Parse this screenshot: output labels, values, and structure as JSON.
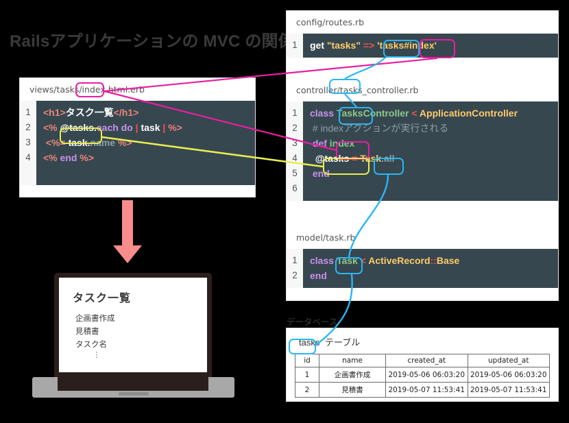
{
  "title": "Railsアプリケーションの MVC の関係性",
  "colors": {
    "background": "#000000",
    "code_bg": "#37474f",
    "cyan": "#29b6f6",
    "magenta": "#e91ea0",
    "yellow": "#e8ed4e",
    "arrow": "#fa8c8c"
  },
  "view_panel": {
    "filepath": "views/tasks/index.html.erb",
    "line_numbers": [
      "1",
      "2",
      "3",
      "4"
    ],
    "lines": [
      {
        "n": "1",
        "parts": [
          {
            "t": "<h1>",
            "c": "c-tag"
          },
          {
            "t": "タスク一覧",
            "c": "c-text"
          },
          {
            "t": "</h1>",
            "c": "c-tag"
          }
        ]
      },
      {
        "n": "2",
        "parts": [
          {
            "t": "<% ",
            "c": "c-tag"
          },
          {
            "t": "@tasks.",
            "c": "c-white"
          },
          {
            "t": "each do",
            "c": "c-kw"
          },
          {
            "t": " | ",
            "c": "c-op"
          },
          {
            "t": "task",
            "c": "c-white"
          },
          {
            "t": " | ",
            "c": "c-op"
          },
          {
            "t": "%>",
            "c": "c-tag"
          }
        ]
      },
      {
        "n": "3",
        "parts": [
          {
            "t": " <%= ",
            "c": "c-tag"
          },
          {
            "t": "task.",
            "c": "c-white"
          },
          {
            "t": "name ",
            "c": "c-prop"
          },
          {
            "t": "%>",
            "c": "c-tag"
          }
        ]
      },
      {
        "n": "4",
        "parts": [
          {
            "t": "<% ",
            "c": "c-tag"
          },
          {
            "t": "end ",
            "c": "c-kw"
          },
          {
            "t": "%>",
            "c": "c-tag"
          }
        ]
      }
    ]
  },
  "routes_panel": {
    "filepath": "config/routes.rb",
    "lines": [
      {
        "n": "1",
        "parts": [
          {
            "t": "get ",
            "c": "c-white"
          },
          {
            "t": "\"tasks\" ",
            "c": "c-str"
          },
          {
            "t": "=> ",
            "c": "c-op"
          },
          {
            "t": "'tasks#index'",
            "c": "c-str"
          }
        ]
      }
    ]
  },
  "controller_panel": {
    "filepath": "controller/tasks_controller.rb",
    "lines": [
      {
        "n": "1",
        "parts": [
          {
            "t": "class ",
            "c": "c-kw"
          },
          {
            "t": "TasksController",
            "c": "c-fn"
          },
          {
            "t": " < ",
            "c": "c-op"
          },
          {
            "t": "ApplicationController",
            "c": "c-cls"
          }
        ]
      },
      {
        "n": "2",
        "parts": [
          {
            "t": " # indexアクションが実行される",
            "c": "c-com"
          }
        ]
      },
      {
        "n": "3",
        "parts": [
          {
            "t": " def ",
            "c": "c-kw"
          },
          {
            "t": "index",
            "c": "c-fn"
          }
        ]
      },
      {
        "n": "4",
        "parts": [
          {
            "t": "  @tasks ",
            "c": "c-white"
          },
          {
            "t": "= ",
            "c": "c-op"
          },
          {
            "t": "Task",
            "c": "c-cls"
          },
          {
            "t": ".all",
            "c": "c-prop"
          }
        ]
      },
      {
        "n": "5",
        "parts": [
          {
            "t": " end",
            "c": "c-kw"
          }
        ]
      },
      {
        "n": "6",
        "parts": [
          {
            "t": "",
            "c": "c-kw"
          }
        ]
      }
    ]
  },
  "model_panel": {
    "filepath": "model/task.rb",
    "lines": [
      {
        "n": "1",
        "parts": [
          {
            "t": "class ",
            "c": "c-kw"
          },
          {
            "t": "Task",
            "c": "c-fn"
          },
          {
            "t": " < ",
            "c": "c-op"
          },
          {
            "t": "ActiveRecord",
            "c": "c-cls"
          },
          {
            "t": "::",
            "c": "c-op"
          },
          {
            "t": "Base",
            "c": "c-cls"
          }
        ]
      },
      {
        "n": "2",
        "parts": [
          {
            "t": "end",
            "c": "c-kw"
          }
        ]
      }
    ]
  },
  "database": {
    "label": "データベース",
    "table_name": "tasks",
    "table_suffix": "テーブル",
    "columns": [
      "id",
      "name",
      "created_at",
      "updated_at"
    ],
    "rows": [
      [
        "1",
        "企画書作成",
        "2019-05-06 06:03:20",
        "2019-05-06 06:03:20"
      ],
      [
        "2",
        "見積書",
        "2019-05-07 11:53:41",
        "2019-05-07 11:53:41"
      ]
    ]
  },
  "browser_preview": {
    "heading": "タスク一覧",
    "items": [
      "企画書作成",
      "見積書",
      "タスク名"
    ],
    "ellipsis": "⋮"
  }
}
